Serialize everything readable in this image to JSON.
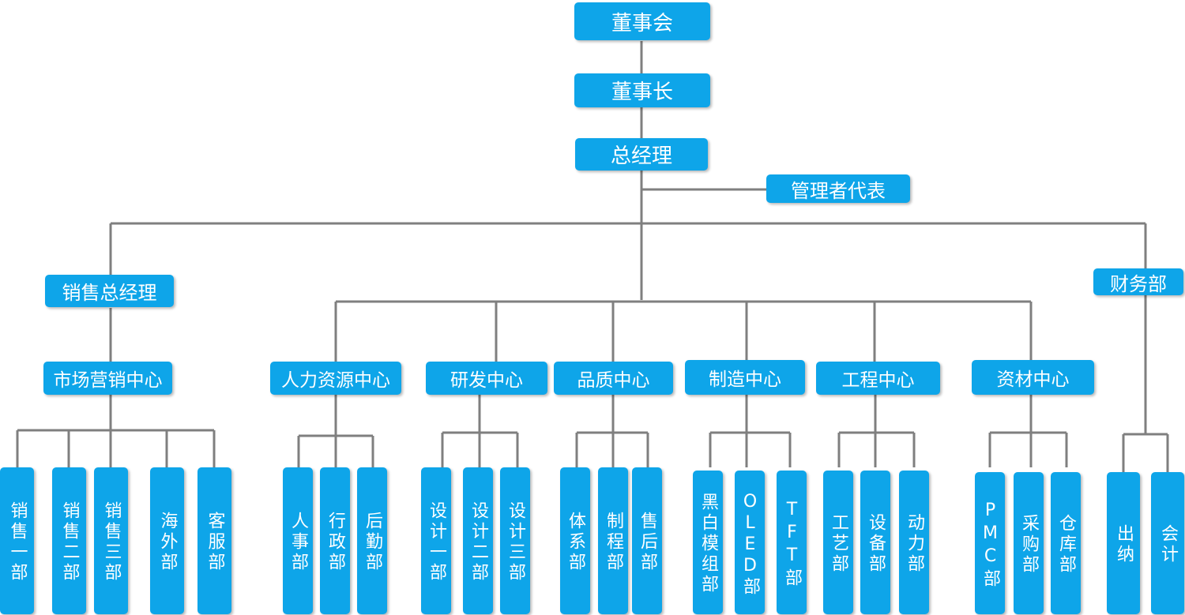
{
  "colors": {
    "box_fill": "#0ea5e9",
    "box_text": "#ffffff",
    "connector": "#7f7f7f"
  },
  "top": {
    "board": "董事会",
    "chairman": "董事长",
    "gm": "总经理",
    "mgmt_rep": "管理者代表"
  },
  "sales": {
    "gm": "销售总经理",
    "center": "市场营销中心",
    "units": [
      "销售一部",
      "销售二部",
      "销售三部",
      "海外部",
      "客服部"
    ]
  },
  "finance": {
    "dept": "财务部",
    "units": [
      "出纳",
      "会计"
    ]
  },
  "centers": [
    {
      "name": "人力资源中心",
      "units": [
        "人事部",
        "行政部",
        "后勤部"
      ]
    },
    {
      "name": "研发中心",
      "units": [
        "设计一部",
        "设计二部",
        "设计三部"
      ]
    },
    {
      "name": "品质中心",
      "units": [
        "体系部",
        "制程部",
        "售后部"
      ]
    },
    {
      "name": "制造中心",
      "units": [
        "黑白模组部",
        "OLED部",
        "TFT部"
      ]
    },
    {
      "name": "工程中心",
      "units": [
        "工艺部",
        "设备部",
        "动力部"
      ]
    },
    {
      "name": "资材中心",
      "units": [
        "PMC部",
        "采购部",
        "仓库部"
      ]
    }
  ]
}
